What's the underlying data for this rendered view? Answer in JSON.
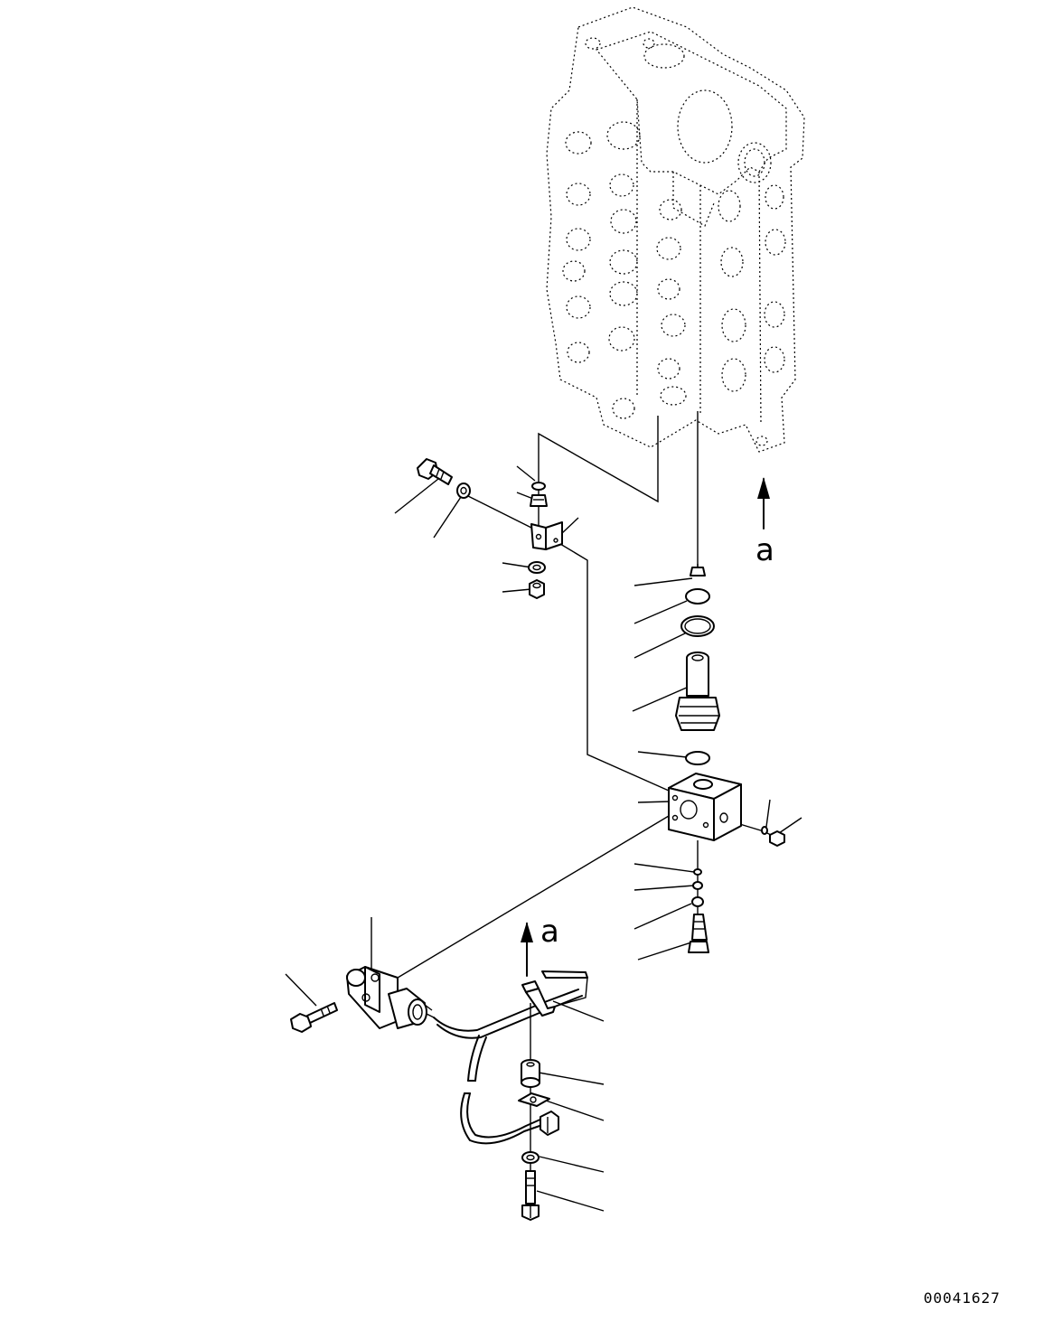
{
  "view_labels": {
    "upper": "a",
    "lower": "a"
  },
  "drawing_number": "00041627"
}
